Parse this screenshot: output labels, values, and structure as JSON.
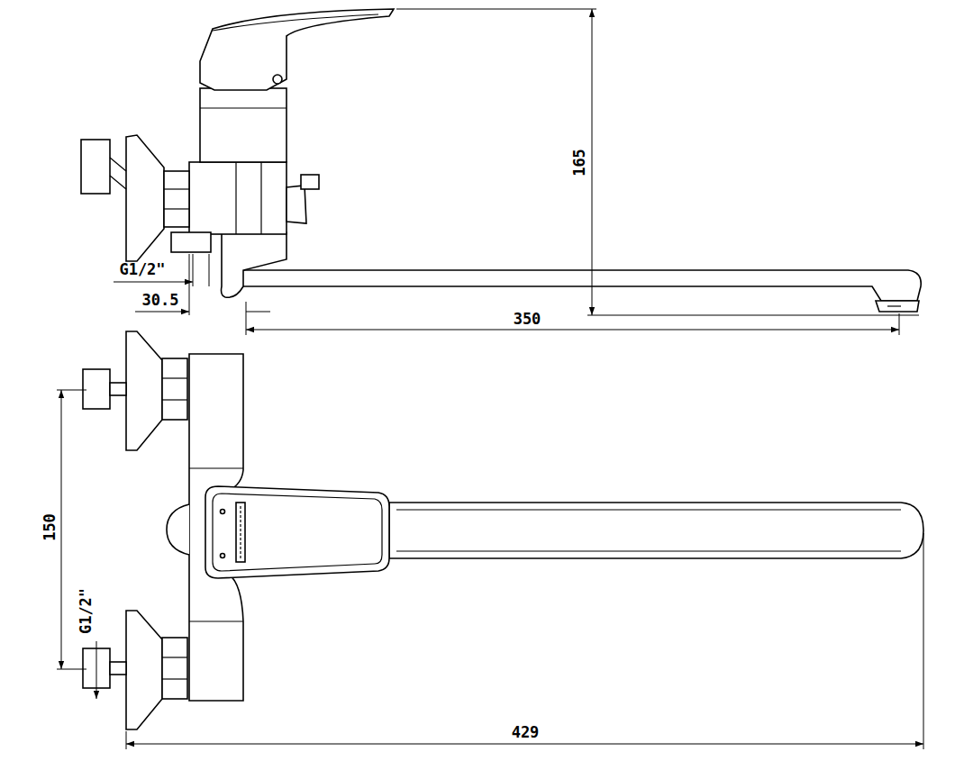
{
  "diagram": {
    "labels": [
      "165",
      "G1/2\"",
      "30.5",
      "350",
      "150",
      "G1/2\"",
      "429"
    ]
  }
}
